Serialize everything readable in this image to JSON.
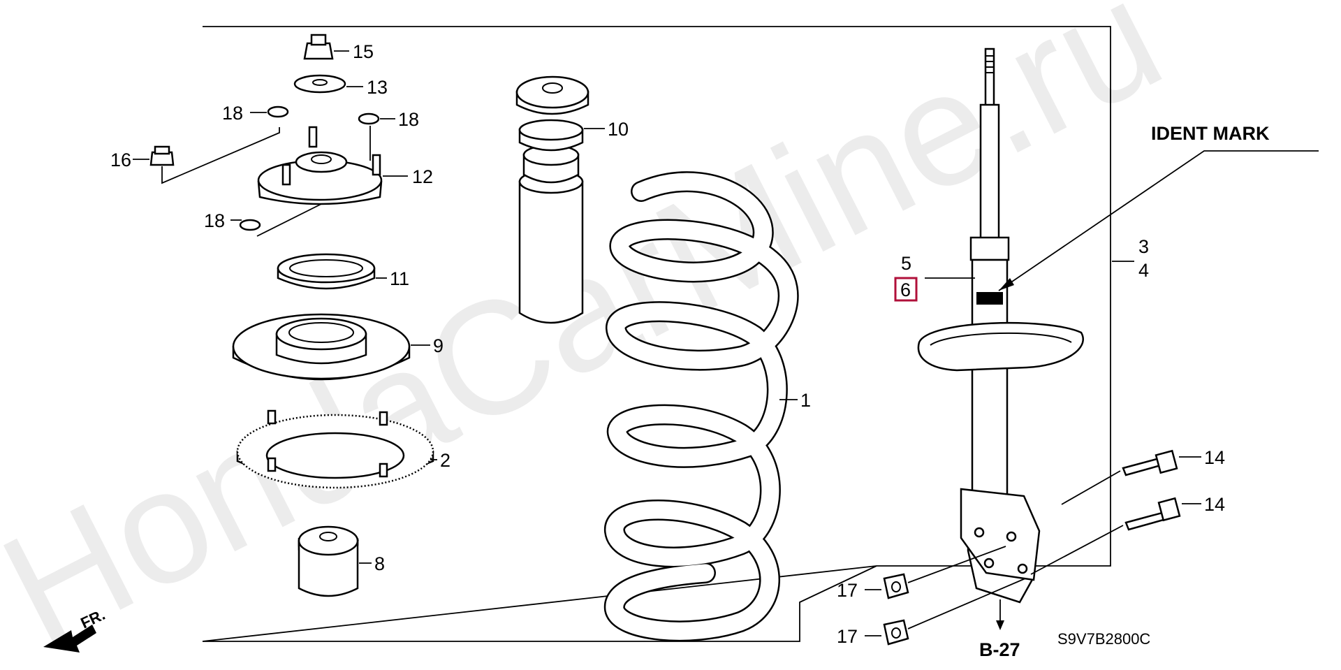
{
  "watermark": "HondaCarMine.ru",
  "callouts": {
    "p1": "1",
    "p2": "2",
    "p3": "3",
    "p4": "4",
    "p5": "5",
    "p6": "6",
    "p8": "8",
    "p9": "9",
    "p10": "10",
    "p11": "11",
    "p12": "12",
    "p13": "13",
    "p14a": "14",
    "p14b": "14",
    "p15": "15",
    "p16": "16",
    "p17a": "17",
    "p17b": "17",
    "p18a": "18",
    "p18b": "18",
    "p18c": "18"
  },
  "ident_mark": "IDENT MARK",
  "front_arrow": "FR.",
  "reference": "B-27",
  "diagram_code": "S9V7B2800C",
  "highlight_color": "#b0103a"
}
